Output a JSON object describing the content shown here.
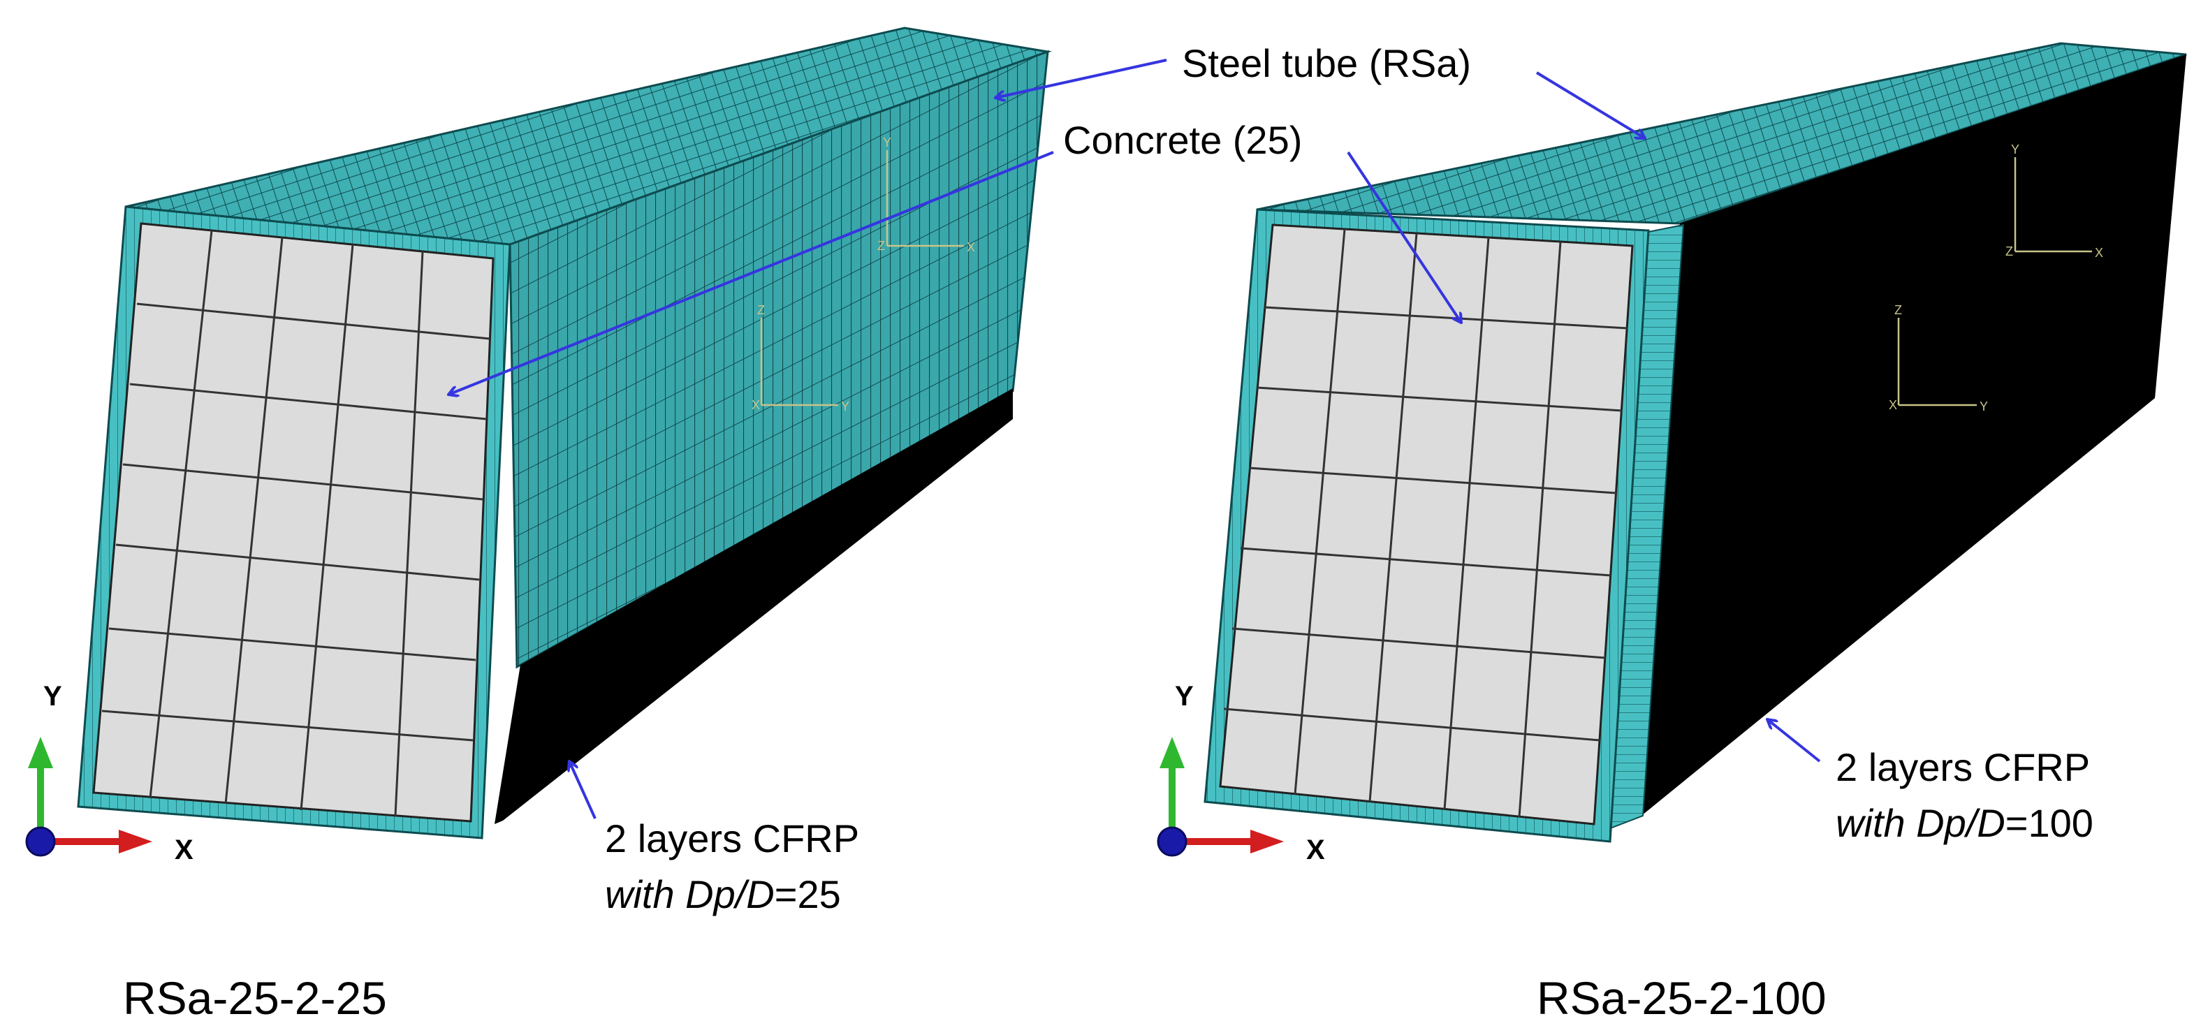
{
  "colors": {
    "steel_tube": "#3fb0b4",
    "steel_dark": "#0d4b4f",
    "concrete": "#dcdcdc",
    "cfrp": "#000000",
    "leader_arrow": "#3535e0",
    "triad_x": "#d21e1e",
    "triad_y": "#2fb82f",
    "triad_z": "#1a1aa8",
    "mini_axes": "#c8c48a"
  },
  "annotations": {
    "steel_tube": "Steel tube (RSa)",
    "concrete": "Concrete (25)",
    "left_cfrp_line1": "2 layers CFRP",
    "left_cfrp_line2_prefix": "with Dp/D",
    "left_cfrp_line2_value": "=25",
    "right_cfrp_line1": "2 layers CFRP",
    "right_cfrp_line2_prefix": "with Dp/D",
    "right_cfrp_line2_value": "=100"
  },
  "models": [
    {
      "caption": "RSa-25-2-25"
    },
    {
      "caption": "RSa-25-2-100"
    }
  ],
  "triad": {
    "x": "X",
    "y": "Y"
  },
  "mini_axes": {
    "x": "X",
    "y": "Y",
    "z": "Z"
  },
  "icons": [
    "view-triad-icon",
    "mini-axes-icon",
    "leader-arrow-icon"
  ]
}
